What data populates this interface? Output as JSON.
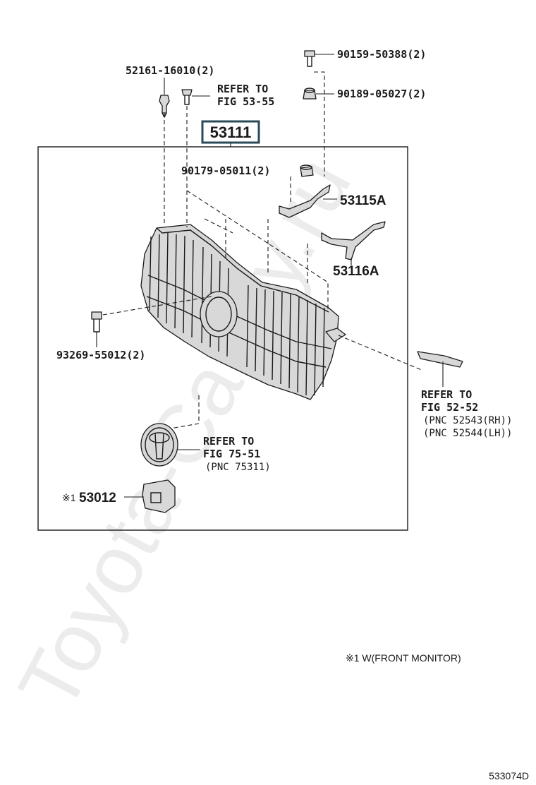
{
  "watermark": "Toyota-Camry.ru",
  "main_part": "53111",
  "labels": {
    "p52161": "52161-16010(2)",
    "p90159": "90159-50388(2)",
    "p90189": "90189-05027(2)",
    "ref53_1": "REFER TO",
    "ref53_2": "FIG 53-55",
    "p90179": "90179-05011(2)",
    "p53115": "53115A",
    "p53116": "53116A",
    "p93269": "93269-55012(2)",
    "ref52_1": "REFER TO",
    "ref52_2": "FIG 52-52",
    "ref52_3": "(PNC 52543(RH))",
    "ref52_4": "(PNC 52544(LH))",
    "ref75_1": "REFER TO",
    "ref75_2": "FIG 75-51",
    "ref75_3": "(PNC 75311)",
    "p53012_mark": "※1",
    "p53012": "53012"
  },
  "footnote": "※1 W(FRONT MONITOR)",
  "figure_code": "533074D"
}
